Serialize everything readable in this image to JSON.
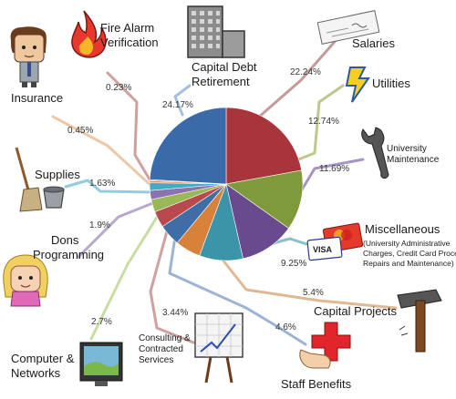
{
  "chart_data": {
    "type": "pie",
    "title": "",
    "slices": [
      {
        "name": "Salaries",
        "value": 22.24,
        "color": "#a8353b"
      },
      {
        "name": "Utilities",
        "value": 12.74,
        "color": "#7e9a3a"
      },
      {
        "name": "University Maintenance",
        "value": 11.69,
        "color": "#6a4a8e"
      },
      {
        "name": "Miscellaneous",
        "value": 9.25,
        "color": "#3c94a8"
      },
      {
        "name": "Capital Projects",
        "value": 5.4,
        "color": "#d8813b"
      },
      {
        "name": "Staff Benefits",
        "value": 4.6,
        "color": "#3f6ea6"
      },
      {
        "name": "Consulting & Contracted Services",
        "value": 3.44,
        "color": "#b84a4f"
      },
      {
        "name": "Computer & Networks",
        "value": 2.7,
        "color": "#9ab858"
      },
      {
        "name": "Dons Programming",
        "value": 1.9,
        "color": "#8c72ae"
      },
      {
        "name": "Supplies",
        "value": 1.63,
        "color": "#48a8c4"
      },
      {
        "name": "Insurance",
        "value": 0.45,
        "color": "#e09a58"
      },
      {
        "name": "Fire Alarm Verification",
        "value": 0.23,
        "color": "#c05a5e"
      },
      {
        "name": "Capital Debt Retirement",
        "value": 24.17,
        "color": "#3b6aa8"
      }
    ]
  },
  "labels": {
    "salaries": {
      "text": "Salaries",
      "pct": "22.24%"
    },
    "utilities": {
      "text": "Utilities",
      "pct": "12.74%"
    },
    "maintenance": {
      "line1": "University",
      "line2": "Maintenance",
      "pct": "11.69%"
    },
    "misc": {
      "title": "Miscellaneous",
      "line1": "(University Administrative",
      "line2": "Charges, Credit Card Processing,",
      "line3": "Repairs and Maintenance)",
      "pct": "9.25%"
    },
    "capital_projects": {
      "text": "Capital Projects",
      "pct": "5.4%"
    },
    "staff_benefits": {
      "text": "Staff Benefits",
      "pct": "4.6%"
    },
    "consulting": {
      "line1": "Consulting &",
      "line2": "Contracted",
      "line3": "Services",
      "pct": "3.44%"
    },
    "computer": {
      "line1": "Computer &",
      "line2": "Networks",
      "pct": "2.7%"
    },
    "dons": {
      "line1": "Dons",
      "line2": "Programming",
      "pct": "1.9%"
    },
    "supplies": {
      "text": "Supplies",
      "pct": "1.63%"
    },
    "insurance": {
      "text": "Insurance",
      "pct": "0.45%"
    },
    "fire_alarm": {
      "line1": "Fire Alarm",
      "line2": "Verification",
      "pct": "0.23%"
    },
    "capital_debt": {
      "line1": "Capital Debt",
      "line2": "Retirement",
      "pct": "24.17%"
    }
  },
  "icons": {
    "salaries": "check-icon",
    "utilities": "lightning-bolt-icon",
    "maintenance": "wrench-icon",
    "misc": "credit-cards-icon",
    "capital_projects": "hammer-icon",
    "staff_benefits": "first-aid-cross-icon",
    "consulting": "presentation-easel-icon",
    "computer": "monitor-icon",
    "dons": "girl-avatar-icon",
    "supplies": "broom-bucket-icon",
    "insurance": "man-avatar-icon",
    "fire_alarm": "flame-icon",
    "capital_debt": "building-icon"
  },
  "misc_card_text": "VISA"
}
